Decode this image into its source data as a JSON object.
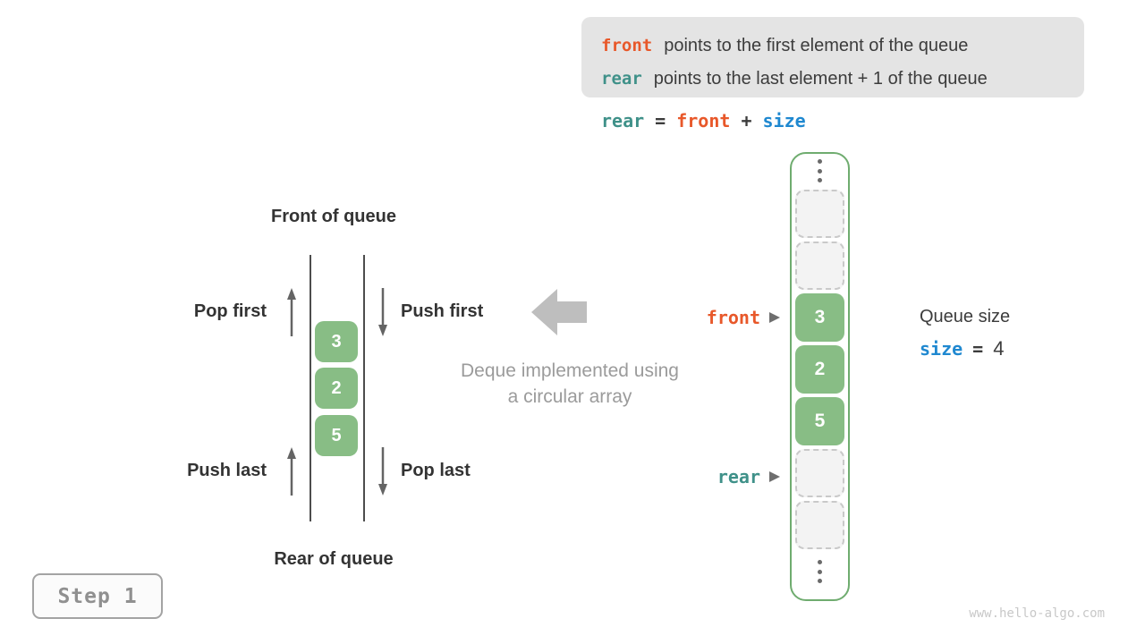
{
  "colors": {
    "orange": "#e8582a",
    "teal": "#3f9189",
    "blue": "#1f88d0",
    "green": "#88bd85",
    "green_border": "#6fac6f",
    "dark_text": "#3c3c3c",
    "caption_gray": "#9b9b9b"
  },
  "info_box": {
    "lines": [
      {
        "code": "front",
        "text": "points to the first element of the queue"
      },
      {
        "code": "rear",
        "text": "points to the last element + 1 of the queue"
      }
    ]
  },
  "formula": {
    "tokens": [
      {
        "text": "rear"
      },
      {
        "text": "="
      },
      {
        "text": "front"
      },
      {
        "text": "+"
      },
      {
        "text": "size"
      }
    ]
  },
  "left_queue": {
    "front_label": "Front of queue",
    "rear_label": "Rear of queue",
    "pop_first": "Pop first",
    "push_first": "Push first",
    "push_last": "Push last",
    "pop_last": "Pop last",
    "values": [
      "3",
      "2",
      "5"
    ]
  },
  "center": {
    "caption_line1": "Deque implemented using",
    "caption_line2": "a circular array"
  },
  "array": {
    "front_pointer": "front",
    "rear_pointer": "rear",
    "cells": [
      {
        "type": "empty"
      },
      {
        "type": "empty"
      },
      {
        "type": "value",
        "value": "3"
      },
      {
        "type": "value",
        "value": "2"
      },
      {
        "type": "value",
        "value": "5"
      },
      {
        "type": "empty"
      },
      {
        "type": "empty"
      }
    ]
  },
  "queue_size": {
    "label": "Queue size",
    "variable": "size",
    "equals": "=",
    "value": "4"
  },
  "step": {
    "label": "Step 1"
  },
  "watermark": "www.hello-algo.com"
}
